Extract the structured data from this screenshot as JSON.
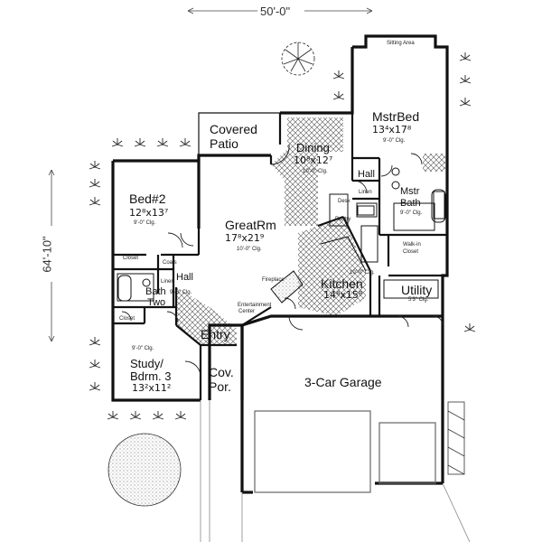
{
  "overall": {
    "width": "50'-0\"",
    "depth": "64'-10\""
  },
  "rooms": {
    "sitting_area": "Sitting Area",
    "mstr_bed": {
      "name": "MstrBed",
      "size": "13⁴x17⁸",
      "ceiling": "9'-0\" Clg."
    },
    "covered_patio": {
      "line1": "Covered",
      "line2": "Patio"
    },
    "dining": {
      "name": "Dining",
      "size": "10⁸x12⁷",
      "ceiling": "10'-0\" Clg."
    },
    "hall_master": "Hall",
    "linen_master": "Linen",
    "desk": "Desk",
    "pantry": "Pantry",
    "mstr_bath": {
      "line1": "Mstr",
      "line2": "Bath",
      "ceiling": "9'-0\" Clg."
    },
    "walk_in_closet": {
      "line1": "Walk-in",
      "line2": "Closet"
    },
    "bed2": {
      "name": "Bed#2",
      "size": "12⁸x13⁷",
      "ceiling": "9'-0\" Clg."
    },
    "great_room": {
      "name": "GreatRm",
      "size": "17⁸x21⁹",
      "ceiling": "10'-0\" Clg."
    },
    "closet_bed2": "Closet",
    "coats": "Coats",
    "linen_hall": "Linen",
    "hall_bed": "Hall",
    "bath_two": {
      "line1": "Bath",
      "line2": "Two",
      "ceiling": "9'-0\" Clg."
    },
    "fireplace": "Fireplace",
    "entertainment_center": {
      "line1": "Entertainment",
      "line2": "Center"
    },
    "kitchen": {
      "name": "Kitchen",
      "size": "14⁸x15⁸",
      "ceiling": "10'-0\" Clg."
    },
    "utility": {
      "name": "Utility",
      "size": "5'3\" Clg."
    },
    "closet_study": "Closet",
    "study": {
      "line1": "Study/",
      "line2": "Bdrm. 3",
      "size": "13²x11²",
      "ceiling": "9'-0\" Clg."
    },
    "entry": "Entry",
    "cov_por": {
      "line1": "Cov.",
      "line2": "Por."
    },
    "garage": "3-Car Garage"
  }
}
